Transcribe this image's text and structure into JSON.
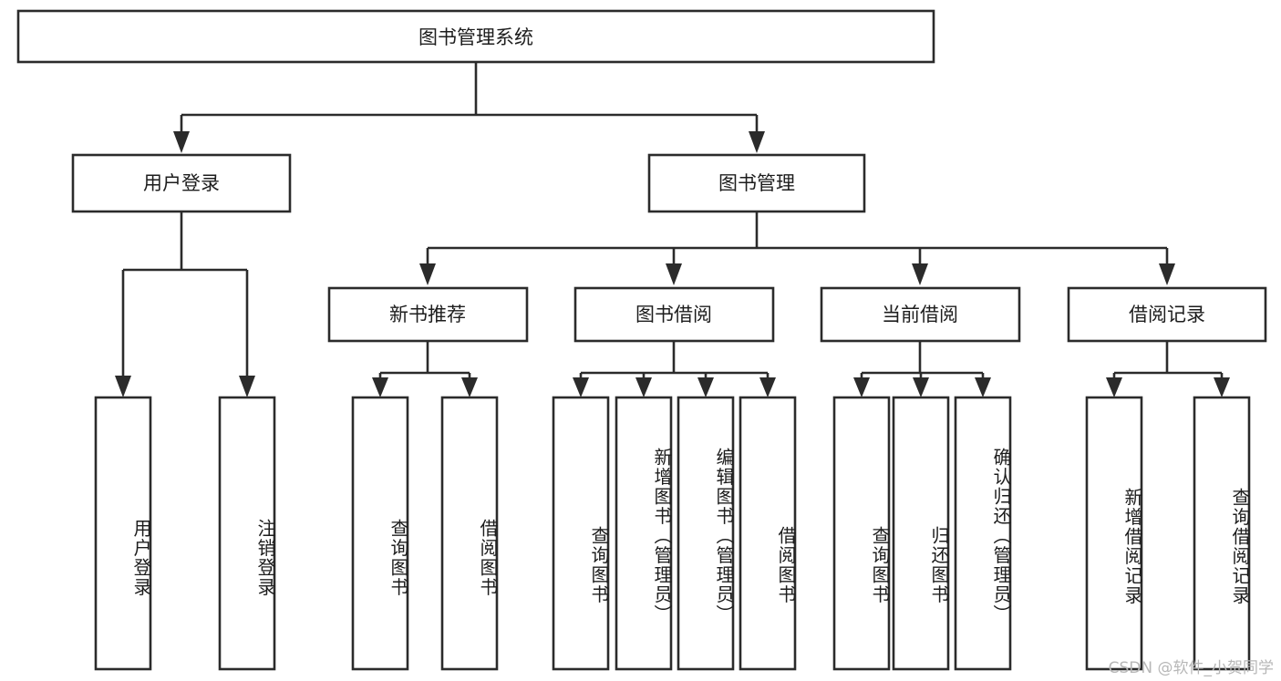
{
  "diagram": {
    "type": "tree",
    "title": "图书管理系统",
    "watermark": "CSDN @软件_小贺同学",
    "colors": {
      "stroke": "#2b2b2b",
      "fill": "#ffffff",
      "text": "#1d1d1d",
      "watermark": "#b7b7b7"
    },
    "root": {
      "label": "图书管理系统"
    },
    "level1": [
      {
        "label": "用户登录"
      },
      {
        "label": "图书管理"
      }
    ],
    "level2": [
      {
        "label": "新书推荐"
      },
      {
        "label": "图书借阅"
      },
      {
        "label": "当前借阅"
      },
      {
        "label": "借阅记录"
      }
    ],
    "leaves_user_login": [
      {
        "label": "用户登录"
      },
      {
        "label": "注销登录"
      }
    ],
    "leaves_new_books": [
      {
        "label": "查询图书"
      },
      {
        "label": "借阅图书"
      }
    ],
    "leaves_borrow": [
      {
        "label": "查询图书"
      },
      {
        "label": "新增图书（管理员）"
      },
      {
        "label": "编辑图书（管理员）"
      },
      {
        "label": "借阅图书"
      }
    ],
    "leaves_current": [
      {
        "label": "查询图书"
      },
      {
        "label": "归还图书"
      },
      {
        "label": "确认归还（管理员）"
      }
    ],
    "leaves_records": [
      {
        "label": "新增借阅记录"
      },
      {
        "label": "查询借阅记录"
      }
    ]
  }
}
